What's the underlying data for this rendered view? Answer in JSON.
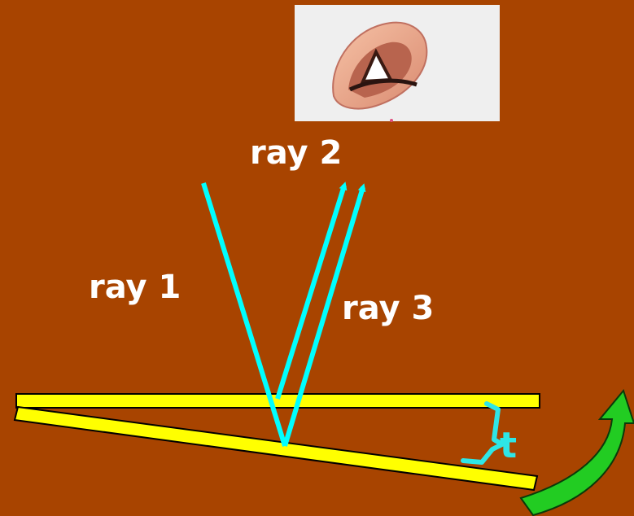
{
  "labels": {
    "ray1": "ray 1",
    "ray2": "ray 2",
    "ray3": "ray 3",
    "thickness": "t"
  },
  "icons": {
    "eye": "eye-icon",
    "rotate_arrow": "curved-arrow-icon"
  },
  "colors": {
    "background": "#a84400",
    "glass_plate": "#ffff00",
    "ray": "#00ffff",
    "arrow": "#22cc22"
  }
}
